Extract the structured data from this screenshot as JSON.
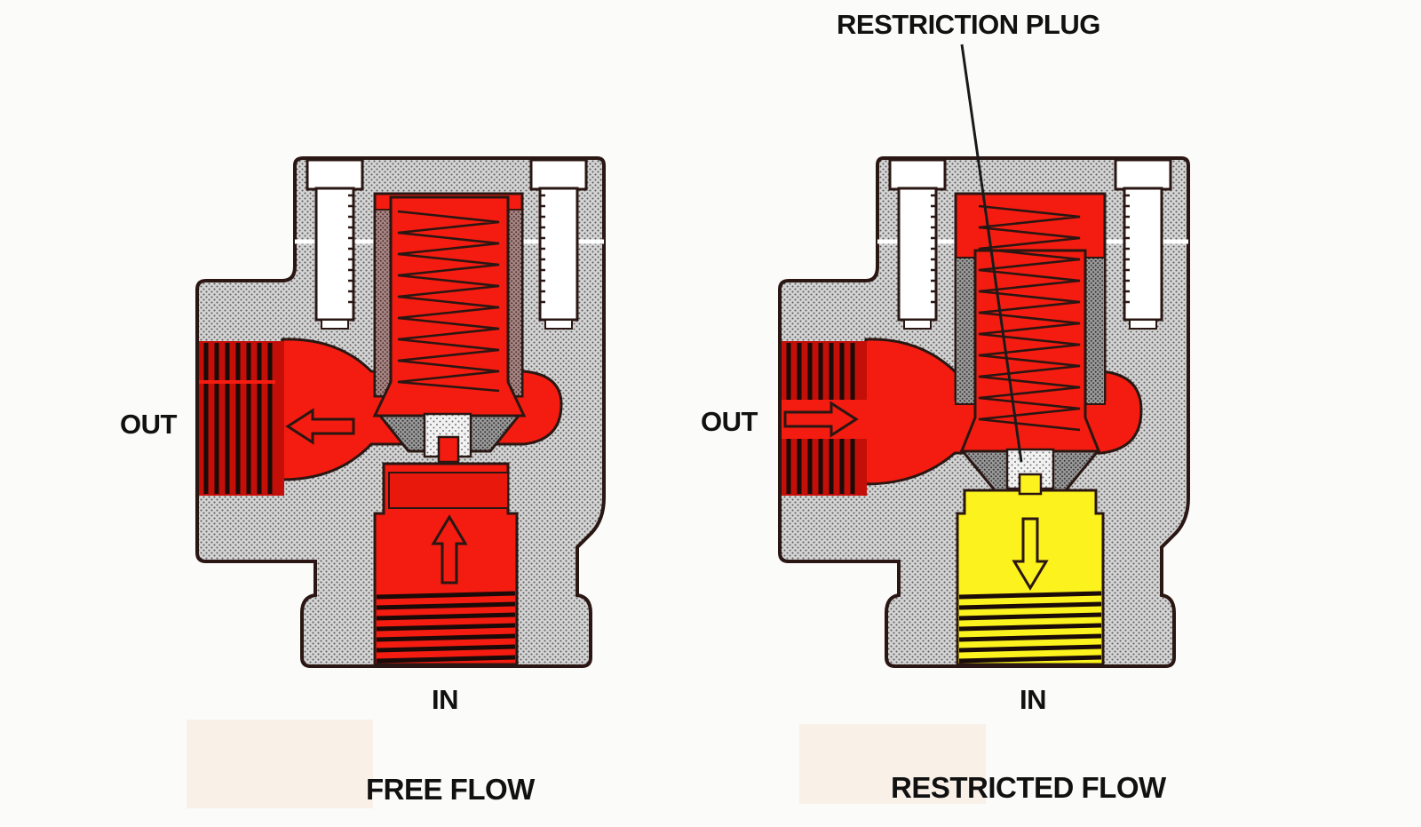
{
  "callout": {
    "restriction_plug": "RESTRICTION PLUG"
  },
  "left_valve": {
    "out_label": "OUT",
    "in_label": "IN",
    "caption": "FREE FLOW"
  },
  "right_valve": {
    "out_label": "OUT",
    "in_label": "IN",
    "caption": "RESTRICTED FLOW"
  },
  "colors": {
    "fluid_red": "#f41c10",
    "fluid_dark_red": "#c40e08",
    "fluid_yellow": "#fbf21e",
    "body_gray": "#cfcfcf",
    "outline": "#2a1612"
  }
}
